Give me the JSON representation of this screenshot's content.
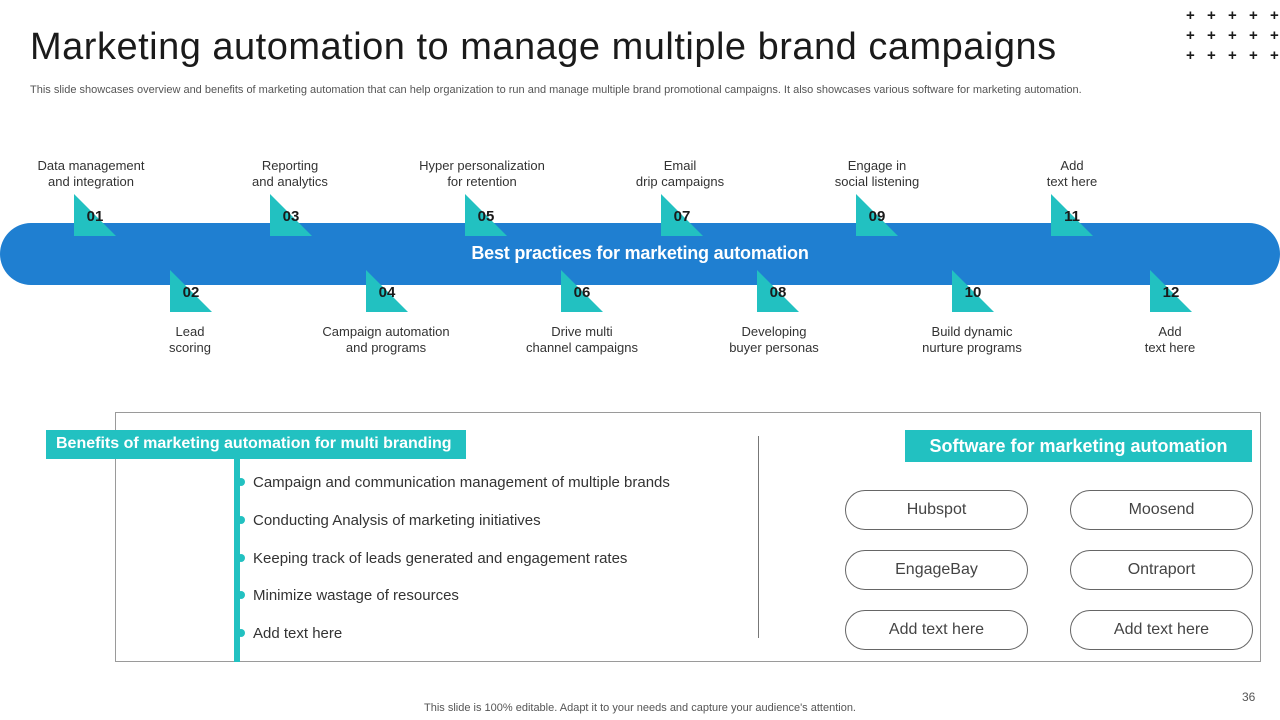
{
  "title": "Marketing automation to manage multiple brand campaigns",
  "subtitle": "This slide showcases overview and benefits of marketing automation that can help organization to run and manage multiple brand promotional campaigns. It also showcases various software for marketing automation.",
  "band_label": "Best practices for marketing automation",
  "colors": {
    "band": "#1f7fd1",
    "accent": "#22c1c1"
  },
  "decoration": "plus-grid-icon",
  "steps": [
    {
      "num": "01",
      "label_line1": "Data management",
      "label_line2": "and integration"
    },
    {
      "num": "02",
      "label_line1": "Lead",
      "label_line2": "scoring"
    },
    {
      "num": "03",
      "label_line1": "Reporting",
      "label_line2": "and analytics"
    },
    {
      "num": "04",
      "label_line1": "Campaign automation",
      "label_line2": "and programs"
    },
    {
      "num": "05",
      "label_line1": "Hyper personalization",
      "label_line2": "for retention"
    },
    {
      "num": "06",
      "label_line1": "Drive multi",
      "label_line2": "channel campaigns"
    },
    {
      "num": "07",
      "label_line1": "Email",
      "label_line2": "drip campaigns"
    },
    {
      "num": "08",
      "label_line1": "Developing",
      "label_line2": "buyer personas"
    },
    {
      "num": "09",
      "label_line1": "Engage in",
      "label_line2": "social listening"
    },
    {
      "num": "10",
      "label_line1": "Build dynamic",
      "label_line2": "nurture programs"
    },
    {
      "num": "11",
      "label_line1": "Add",
      "label_line2": "text here"
    },
    {
      "num": "12",
      "label_line1": "Add",
      "label_line2": "text here"
    }
  ],
  "benefits": {
    "header": "Benefits of marketing automation for multi branding",
    "items": [
      "Campaign and communication management of multiple brands",
      "Conducting Analysis of marketing initiatives",
      "Keeping track of leads generated and engagement rates",
      "Minimize wastage of resources",
      "Add text here"
    ]
  },
  "software": {
    "header": "Software for marketing automation",
    "items": [
      "Hubspot",
      "Moosend",
      "EngageBay",
      "Ontraport",
      "Add text here",
      "Add text here"
    ]
  },
  "footer": "This slide is 100% editable. Adapt it to your needs and capture your audience's attention.",
  "page_number": "36"
}
